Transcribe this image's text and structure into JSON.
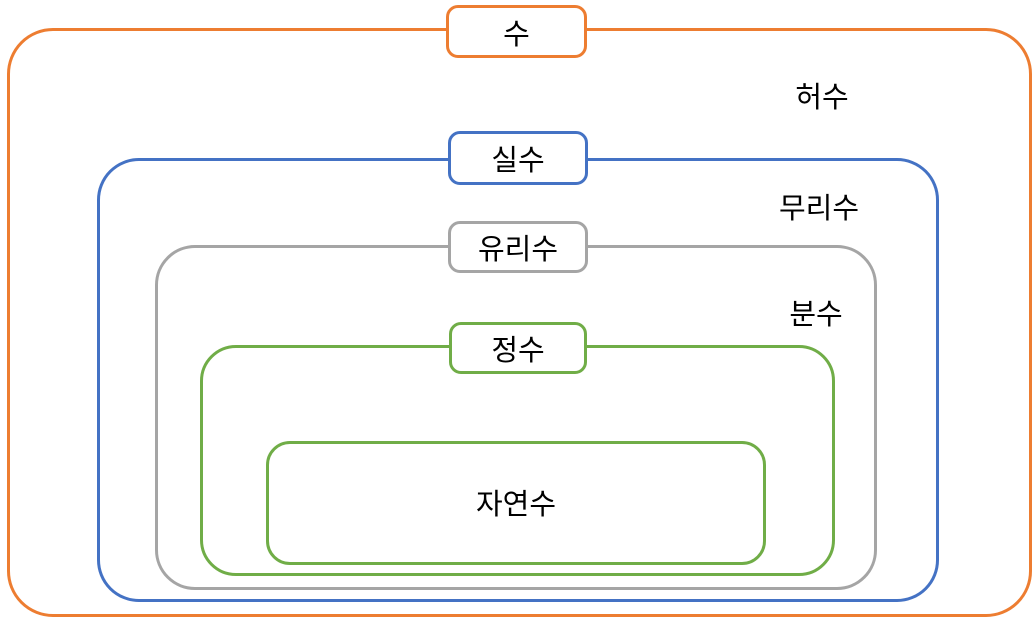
{
  "diagram": {
    "description": "Nested set diagram of the Korean number system hierarchy",
    "sets": {
      "number": {
        "label": "수"
      },
      "imaginary": {
        "label": "허수"
      },
      "real": {
        "label": "실수"
      },
      "irrational": {
        "label": "무리수"
      },
      "rational": {
        "label": "유리수"
      },
      "fraction": {
        "label": "분수"
      },
      "integer": {
        "label": "정수"
      },
      "natural": {
        "label": "자연수"
      }
    },
    "colors": {
      "orange": "#ED7D31",
      "blue": "#4472C4",
      "gray": "#A5A5A5",
      "green": "#70AD47",
      "text": "#000000",
      "background": "#FFFFFF"
    }
  }
}
